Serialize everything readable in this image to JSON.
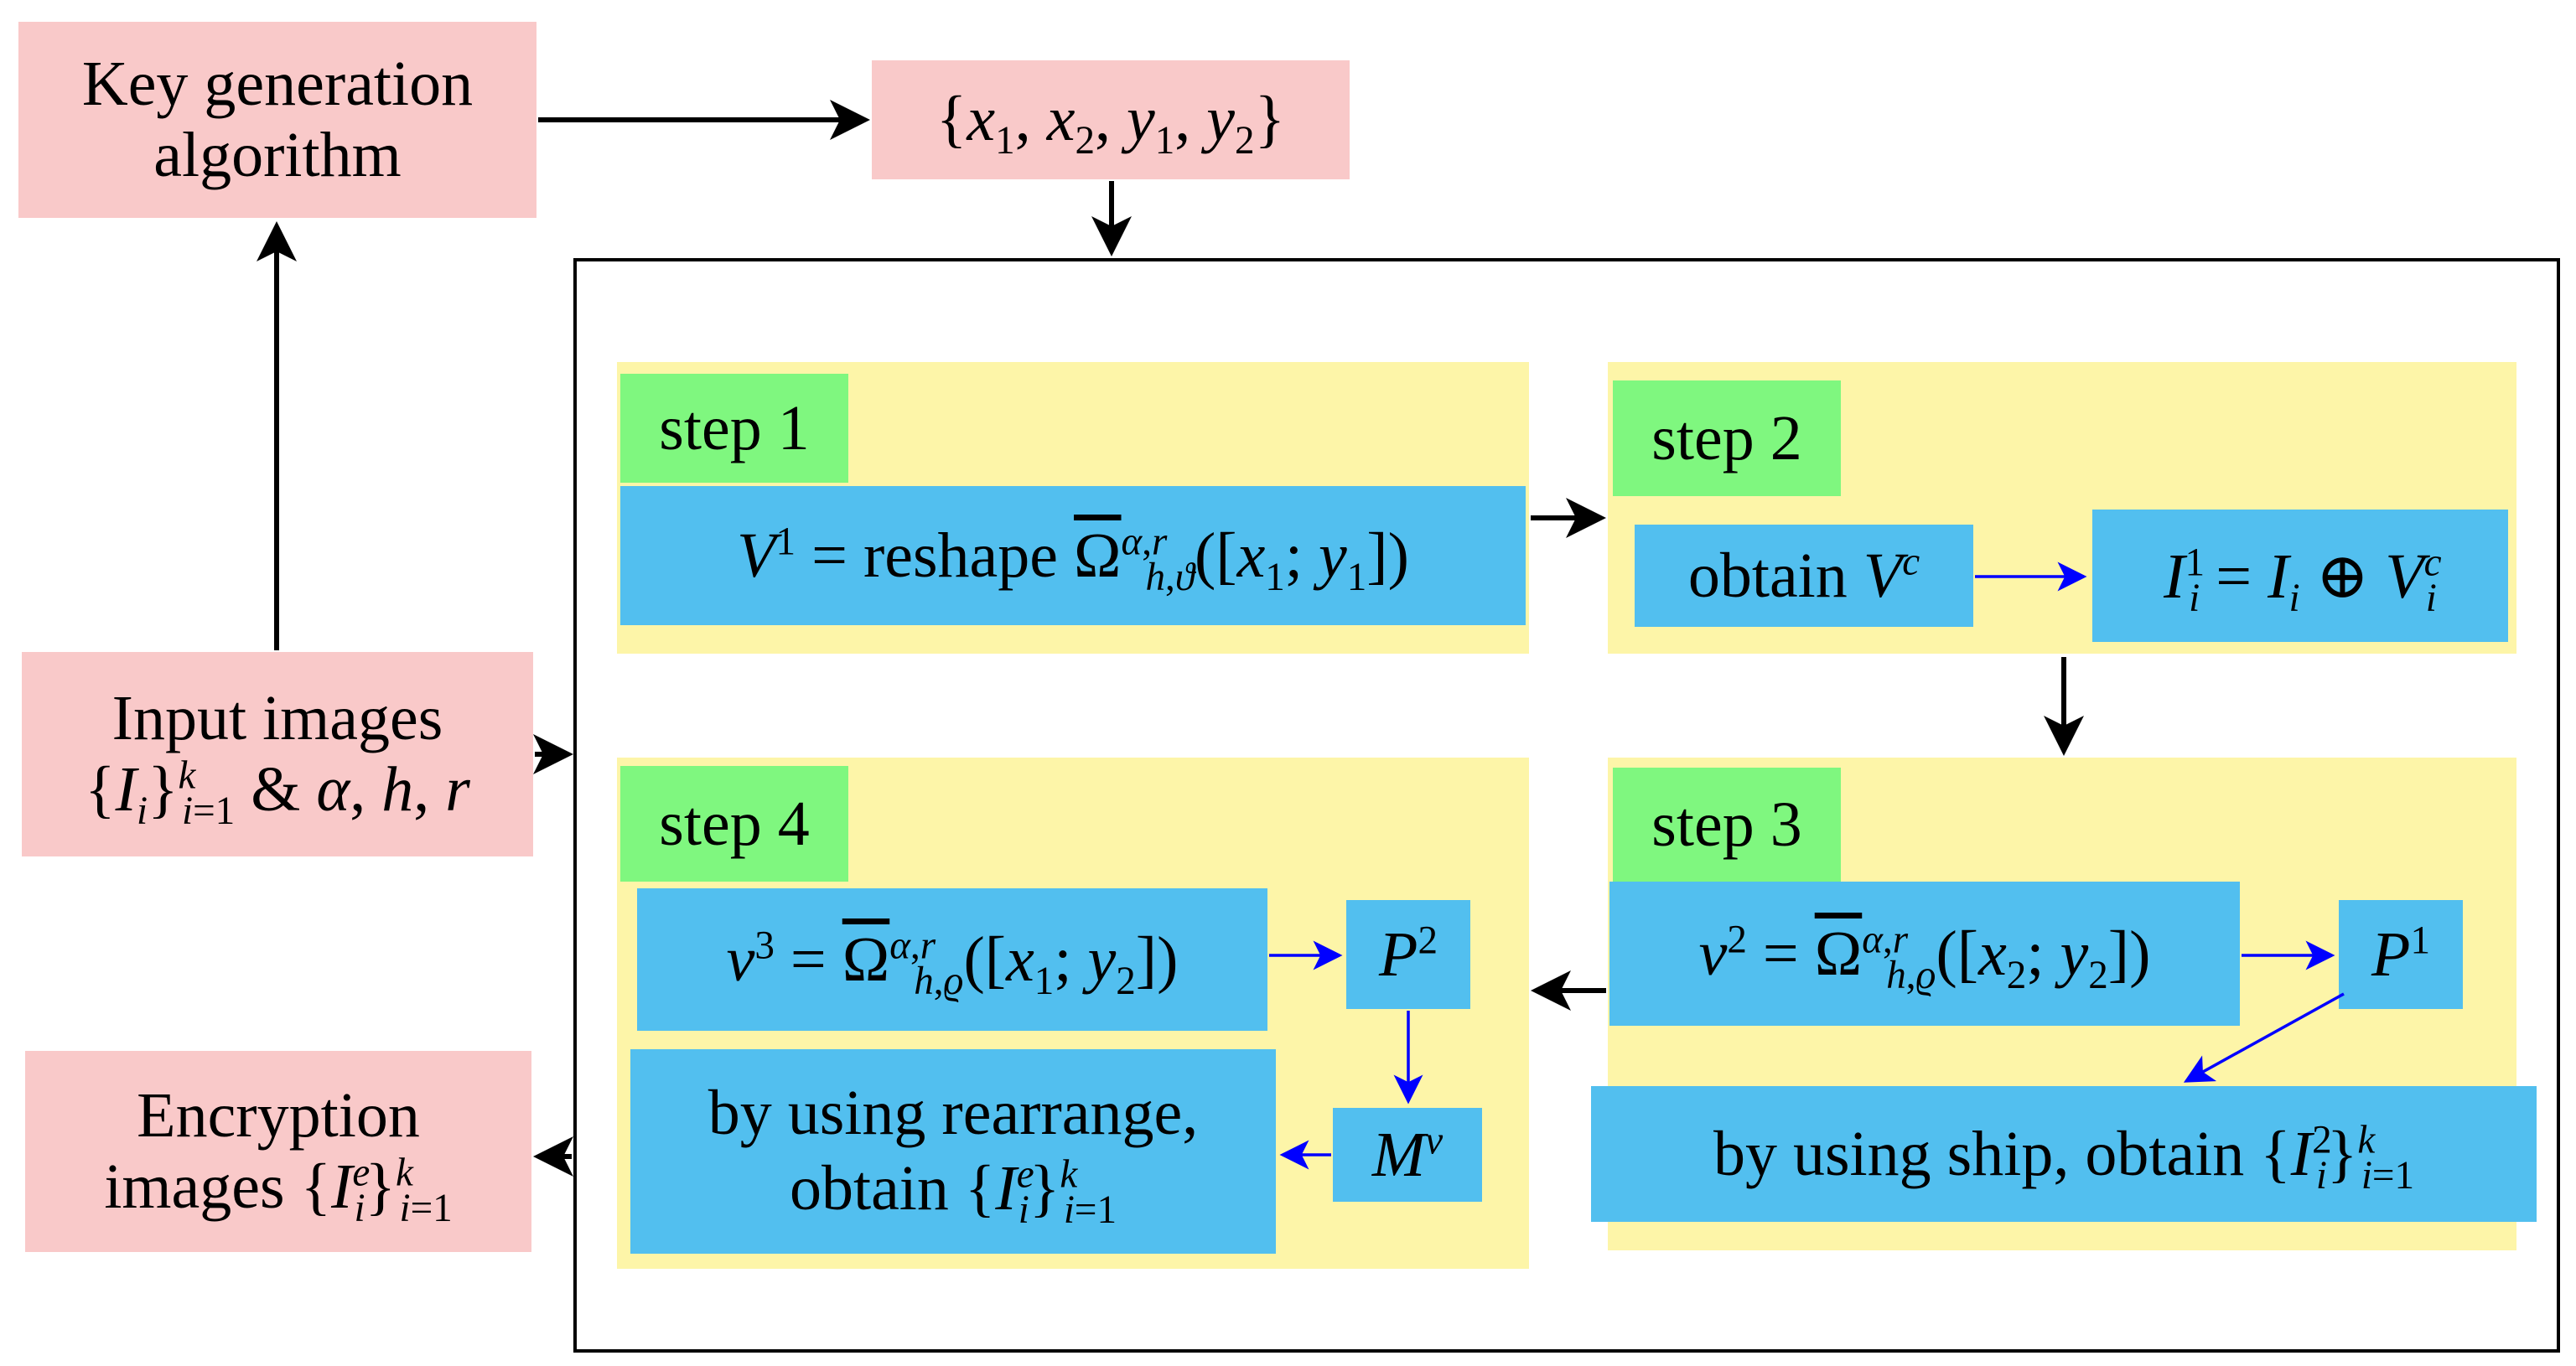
{
  "nodes": {
    "keygen": "Key generation algorithm",
    "keys": "{x1, x2, y1, y2}",
    "input_images": "Input images {Ii}ki=1 & α, h, r",
    "encryption_images": "Encryption images {Iei}ki=1"
  },
  "steps": {
    "step1": {
      "label": "step 1",
      "formula": "V1 = reshape Ω̄α,rh,ϑ([x1; y1])"
    },
    "step2": {
      "label": "step 2",
      "obtain": "obtain Vc",
      "xor": "I1i = Ii ⊕ Vci"
    },
    "step3": {
      "label": "step 3",
      "formula": "v2 = Ω̄α,rh,ϱ([x2; y2])",
      "p1": "P1",
      "ship": "by using ship, obtain {I2i}ki=1"
    },
    "step4": {
      "label": "step 4",
      "formula": "v3 = Ω̄α,rh,ϱ([x1; y2])",
      "p2": "P2",
      "mv": "Mv",
      "rearrange_line1": "by using rearrange,",
      "rearrange_line2": "obtain {Iei}ki=1"
    }
  },
  "colors": {
    "io_box": "#f9c9c9",
    "step_panel": "#fdf5a8",
    "step_label": "#7ff77f",
    "operation_box": "#52bfef",
    "main_arrow": "#000000",
    "inner_arrow": "#0000ff"
  }
}
